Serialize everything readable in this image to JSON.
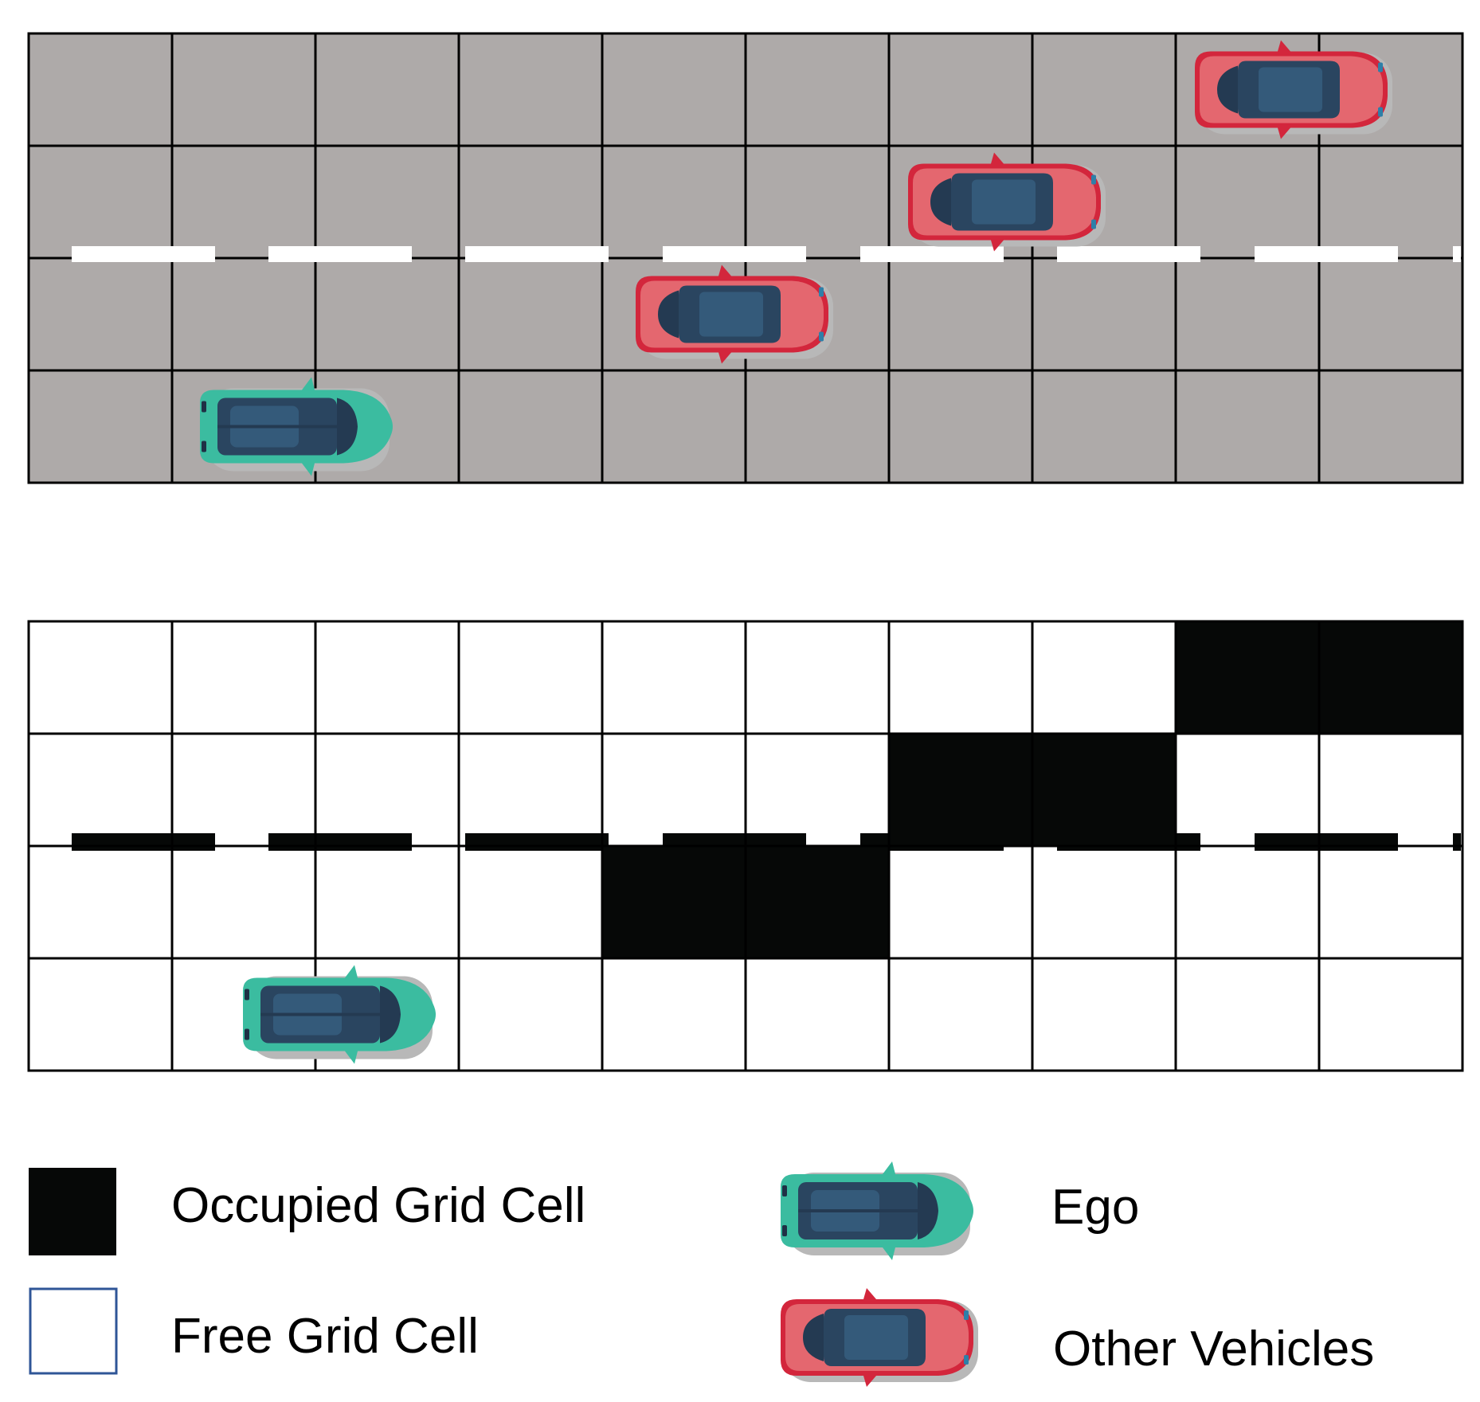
{
  "colors": {
    "road": "#aeaaa9",
    "grid_line": "#000000",
    "lane_marking_road": "#ffffff",
    "occupied": "#060807",
    "free": "#ffffff",
    "free_legend_border": "#2f5597",
    "ego_body": "#3bbca0",
    "other_body": "#e4676f",
    "other_outline": "#d3263c",
    "cabin": "#2a4560",
    "shadow": "#b8b8b8"
  },
  "grid": {
    "columns": 10,
    "rows": 4
  },
  "scene": {
    "ego": {
      "row": 3,
      "col": 1.35
    },
    "other_vehicles": [
      {
        "row": 0,
        "col": 8.3
      },
      {
        "row": 1,
        "col": 6.3
      },
      {
        "row": 2,
        "col": 4.4
      }
    ]
  },
  "occupancy": {
    "occupied_cells": [
      [
        0,
        8
      ],
      [
        0,
        9
      ],
      [
        1,
        6
      ],
      [
        1,
        7
      ],
      [
        2,
        4
      ],
      [
        2,
        5
      ]
    ],
    "ego": {
      "row": 3,
      "col": 1.65
    }
  },
  "legend": {
    "occupied_label": "Occupied Grid Cell",
    "free_label": "Free Grid Cell",
    "ego_label": "Ego",
    "other_label": "Other Vehicles"
  }
}
